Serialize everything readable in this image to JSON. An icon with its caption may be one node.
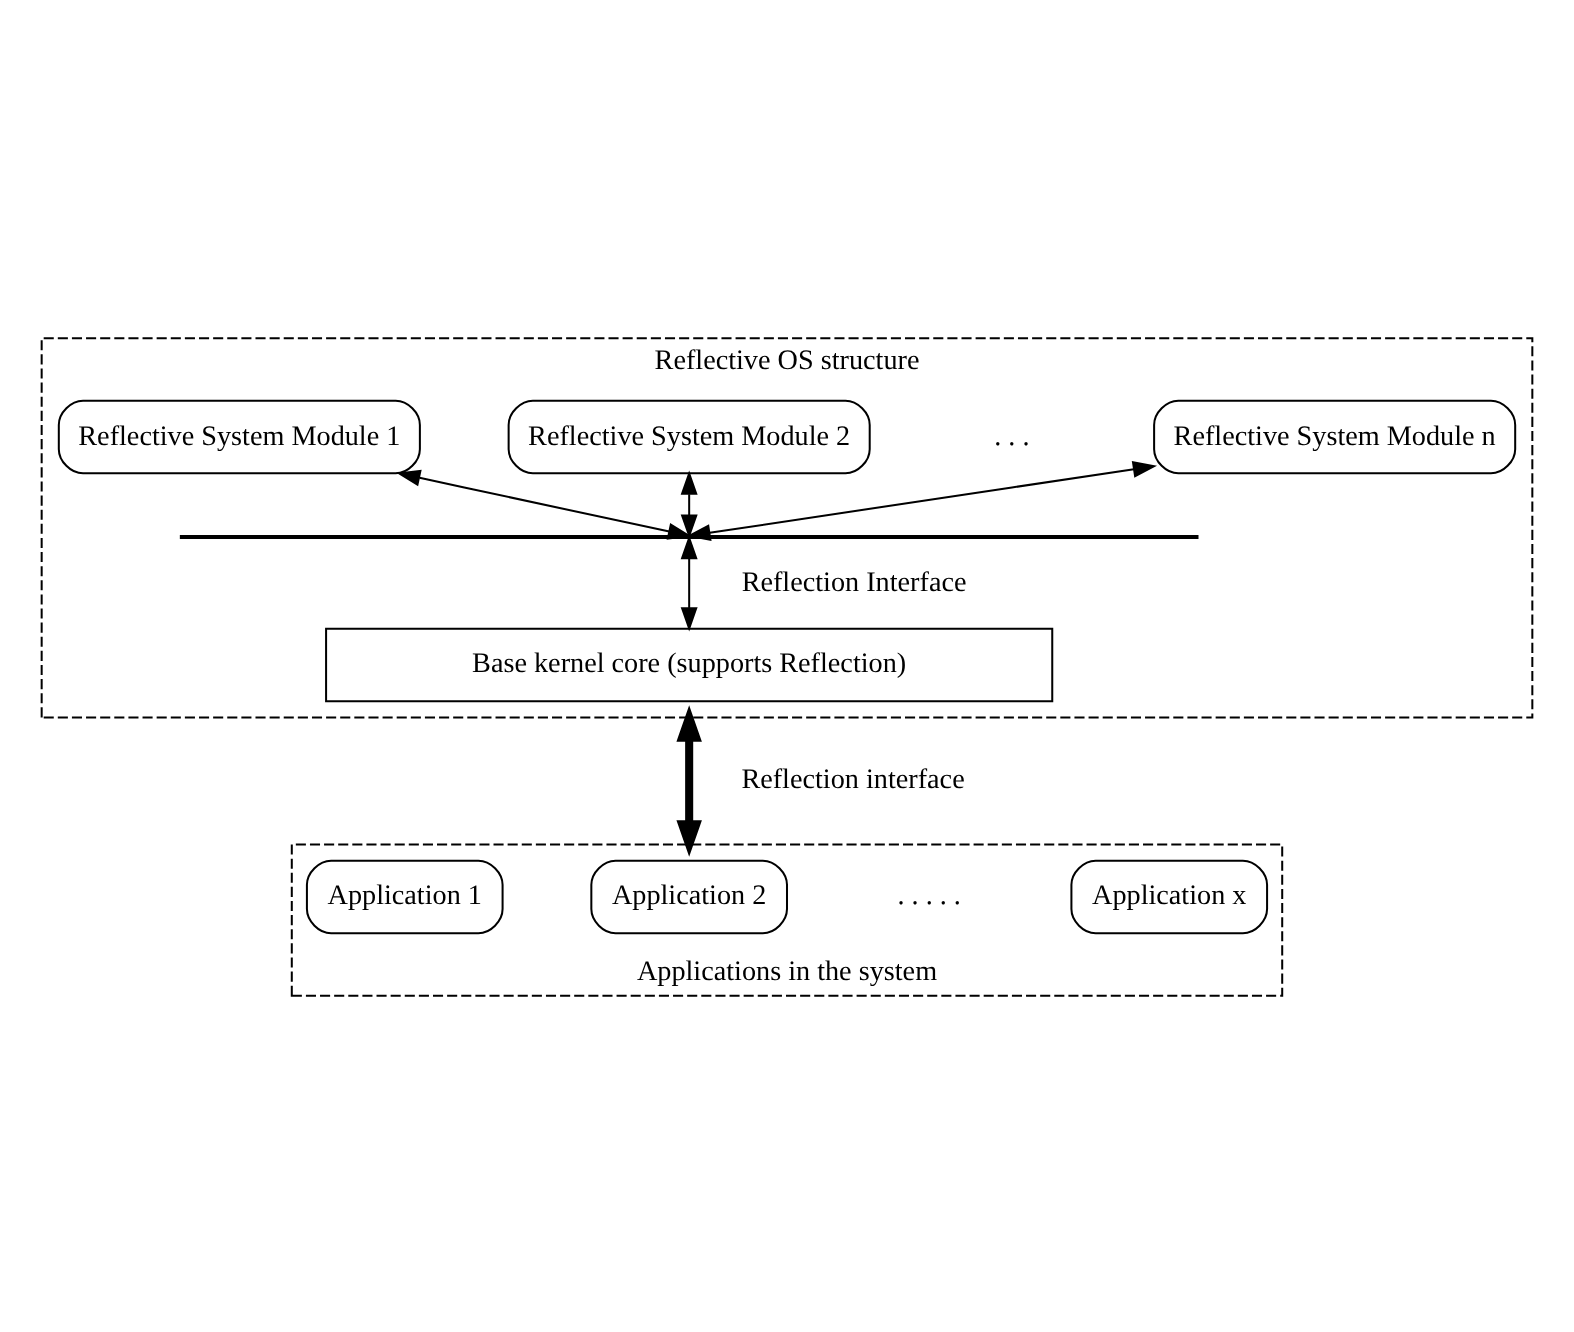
{
  "diagram": {
    "nodes": [
      {
        "text": [
          "Reflective OS structure"
        ]
      },
      {
        "text": [
          "Reflective System Module 1"
        ],
        "in": 0
      },
      {
        "text": [
          "Reflective System Module 2"
        ],
        "in": 0
      },
      {
        "text": [
          "Reflective System Module n"
        ],
        "in": 0
      },
      {
        "text": [],
        "shape": "bar",
        "in": 0
      },
      {
        "text": [
          "Base kernel core (supports Reflection)"
        ],
        "in": 0
      },
      {
        "text": [
          "Applications in the system"
        ]
      },
      {
        "text": [
          "Application 1"
        ],
        "in": 6
      },
      {
        "text": [
          "Application 2"
        ],
        "in": 6
      },
      {
        "text": [
          "Application x"
        ],
        "in": 6
      }
    ],
    "edges": [
      {
        "from": 1,
        "to": 4,
        "arrow": "both"
      },
      {
        "from": 2,
        "to": 4,
        "arrow": "both"
      },
      {
        "from": 3,
        "to": 4,
        "arrow": "both"
      },
      {
        "from": 4,
        "to": 5,
        "arrow": "both",
        "label": "Reflection Interface"
      },
      {
        "from": 0,
        "to": 6,
        "arrow": "both",
        "label": "Reflection interface",
        "style": "thick"
      }
    ],
    "labels": [
      ". . .",
      ". . . . ."
    ]
  }
}
